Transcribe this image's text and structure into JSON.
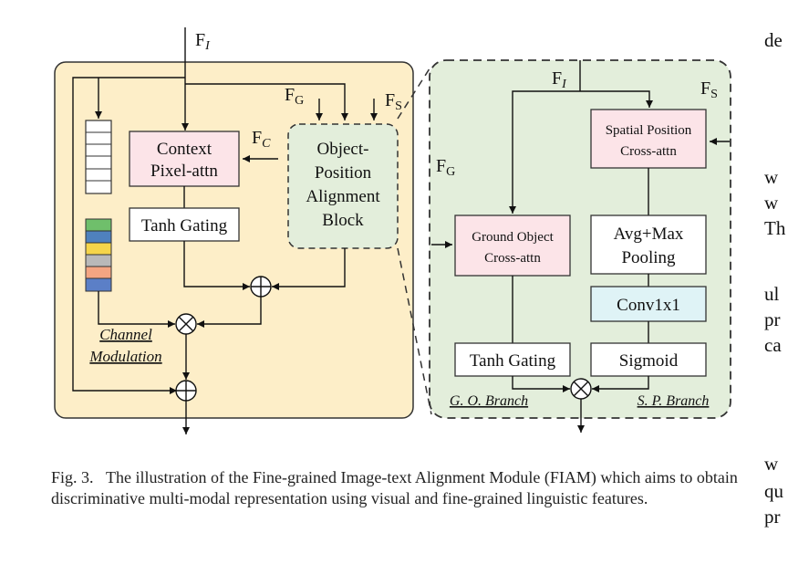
{
  "inputs": {
    "f_i_main": "F",
    "f_i_main_sub": "I",
    "f_i_branch": "F",
    "f_i_branch_sub": "I",
    "f_g_left": "F",
    "f_g_left_sub": "G",
    "f_g_right": "F",
    "f_g_right_sub": "G",
    "f_s_left": "F",
    "f_s_left_sub": "S",
    "f_s_right": "F",
    "f_s_right_sub": "S",
    "f_c": "F",
    "f_c_sub": "C"
  },
  "left_module": {
    "context_line1": "Context",
    "context_line2": "Pixel-attn",
    "tanh_gating": "Tanh Gating",
    "opab_line1": "Object-",
    "opab_line2": "Position",
    "opab_line3": "Alignment",
    "opab_line4": "Block",
    "channel_line1": "Channel",
    "channel_line2": "Modulation"
  },
  "right_block": {
    "spatial_line1": "Spatial Position",
    "spatial_line2": "Cross-attn",
    "ground_line1": "Ground Object",
    "ground_line2": "Cross-attn",
    "avg_line1": "Avg+Max",
    "avg_line2": "Pooling",
    "conv": "Conv1x1",
    "sigmoid": "Sigmoid",
    "tanh_gating": "Tanh Gating",
    "go_branch": "G. O. Branch",
    "sp_branch": "S. P. Branch"
  },
  "colors": {
    "left_bg": "#fdeec8",
    "right_bg": "#e3eedb",
    "pink_box": "#fce4e8",
    "cyan_box": "#dff3f6",
    "strip": [
      "#6fbf6b",
      "#4f81bd",
      "#f5d54a",
      "#b9b9b9",
      "#f4a582",
      "#5b7fc7"
    ]
  },
  "caption": {
    "fig_label": "Fig. 3.",
    "text": "The illustration of the Fine-grained Image-text Alignment Module (FIAM) which aims to obtain discriminative multi-modal representation using visual and fine-grained linguistic features."
  },
  "side_text": [
    "de",
    "w",
    "w",
    "Th",
    "ul",
    "pr",
    "ca",
    "w",
    "qu",
    "pr"
  ]
}
